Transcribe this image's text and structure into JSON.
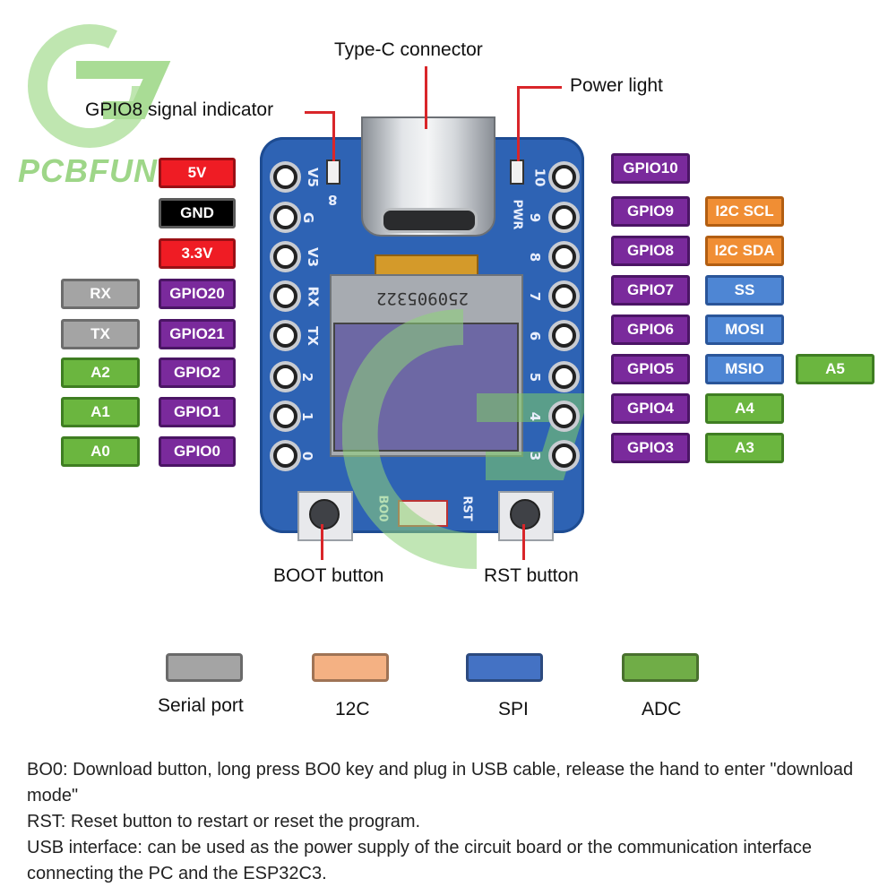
{
  "brand": {
    "name": "PCBFUN"
  },
  "callouts": {
    "type_c": "Type-C connector",
    "power_light": "Power light",
    "gpio8_indicator": "GPIO8 signal indicator",
    "boot_button": "BOOT button",
    "rst_button": "RST button"
  },
  "left_pins": [
    {
      "primary": "5V",
      "primary_color": "red"
    },
    {
      "primary": "GND",
      "primary_color": "black"
    },
    {
      "primary": "3.3V",
      "primary_color": "red"
    },
    {
      "primary": "GPIO20",
      "primary_color": "purple",
      "secondary": "RX",
      "secondary_color": "gray"
    },
    {
      "primary": "GPIO21",
      "primary_color": "purple",
      "secondary": "TX",
      "secondary_color": "gray"
    },
    {
      "primary": "GPIO2",
      "primary_color": "purple",
      "secondary": "A2",
      "secondary_color": "green"
    },
    {
      "primary": "GPIO1",
      "primary_color": "purple",
      "secondary": "A1",
      "secondary_color": "green"
    },
    {
      "primary": "GPIO0",
      "primary_color": "purple",
      "secondary": "A0",
      "secondary_color": "green"
    }
  ],
  "right_pins": [
    {
      "primary": "GPIO10"
    },
    {
      "primary": "GPIO9",
      "secondary": "I2C SCL",
      "secondary_color": "orange"
    },
    {
      "primary": "GPIO8",
      "secondary": "I2C SDA",
      "secondary_color": "orange"
    },
    {
      "primary": "GPIO7",
      "secondary": "SS",
      "secondary_color": "blue"
    },
    {
      "primary": "GPIO6",
      "secondary": "MOSI",
      "secondary_color": "blue"
    },
    {
      "primary": "GPIO5",
      "secondary": "MSIO",
      "secondary_color": "blue",
      "tertiary": "A5",
      "tertiary_color": "green"
    },
    {
      "primary": "GPIO4",
      "secondary": "A4",
      "secondary_color": "green"
    },
    {
      "primary": "GPIO3",
      "secondary": "A3",
      "secondary_color": "green"
    }
  ],
  "board_silkscreen": {
    "left": [
      "V5",
      "G",
      "V3",
      "RX",
      "TX",
      "2",
      "1",
      "0"
    ],
    "right": [
      "10",
      "9",
      "8",
      "7",
      "6",
      "5",
      "4",
      "3"
    ],
    "top_left_led": "8",
    "top_right_led": "PWR",
    "boot": "BO0",
    "rst": "RST",
    "oled_code": "250905322"
  },
  "legend": [
    {
      "label": "Serial port",
      "color": "#a4a4a4"
    },
    {
      "label": "12C",
      "color": "#f4b183"
    },
    {
      "label": "SPI",
      "color": "#4472c4"
    },
    {
      "label": "ADC",
      "color": "#70ad47"
    }
  ],
  "notes": [
    "BO0: Download button, long press BO0 key and plug in USB cable, release the hand to enter \"download mode\"",
    "RST: Reset button to restart or reset the program.",
    "USB interface: can be used as the power supply of the circuit board or the communication interface connecting the PC and the ESP32C3."
  ]
}
